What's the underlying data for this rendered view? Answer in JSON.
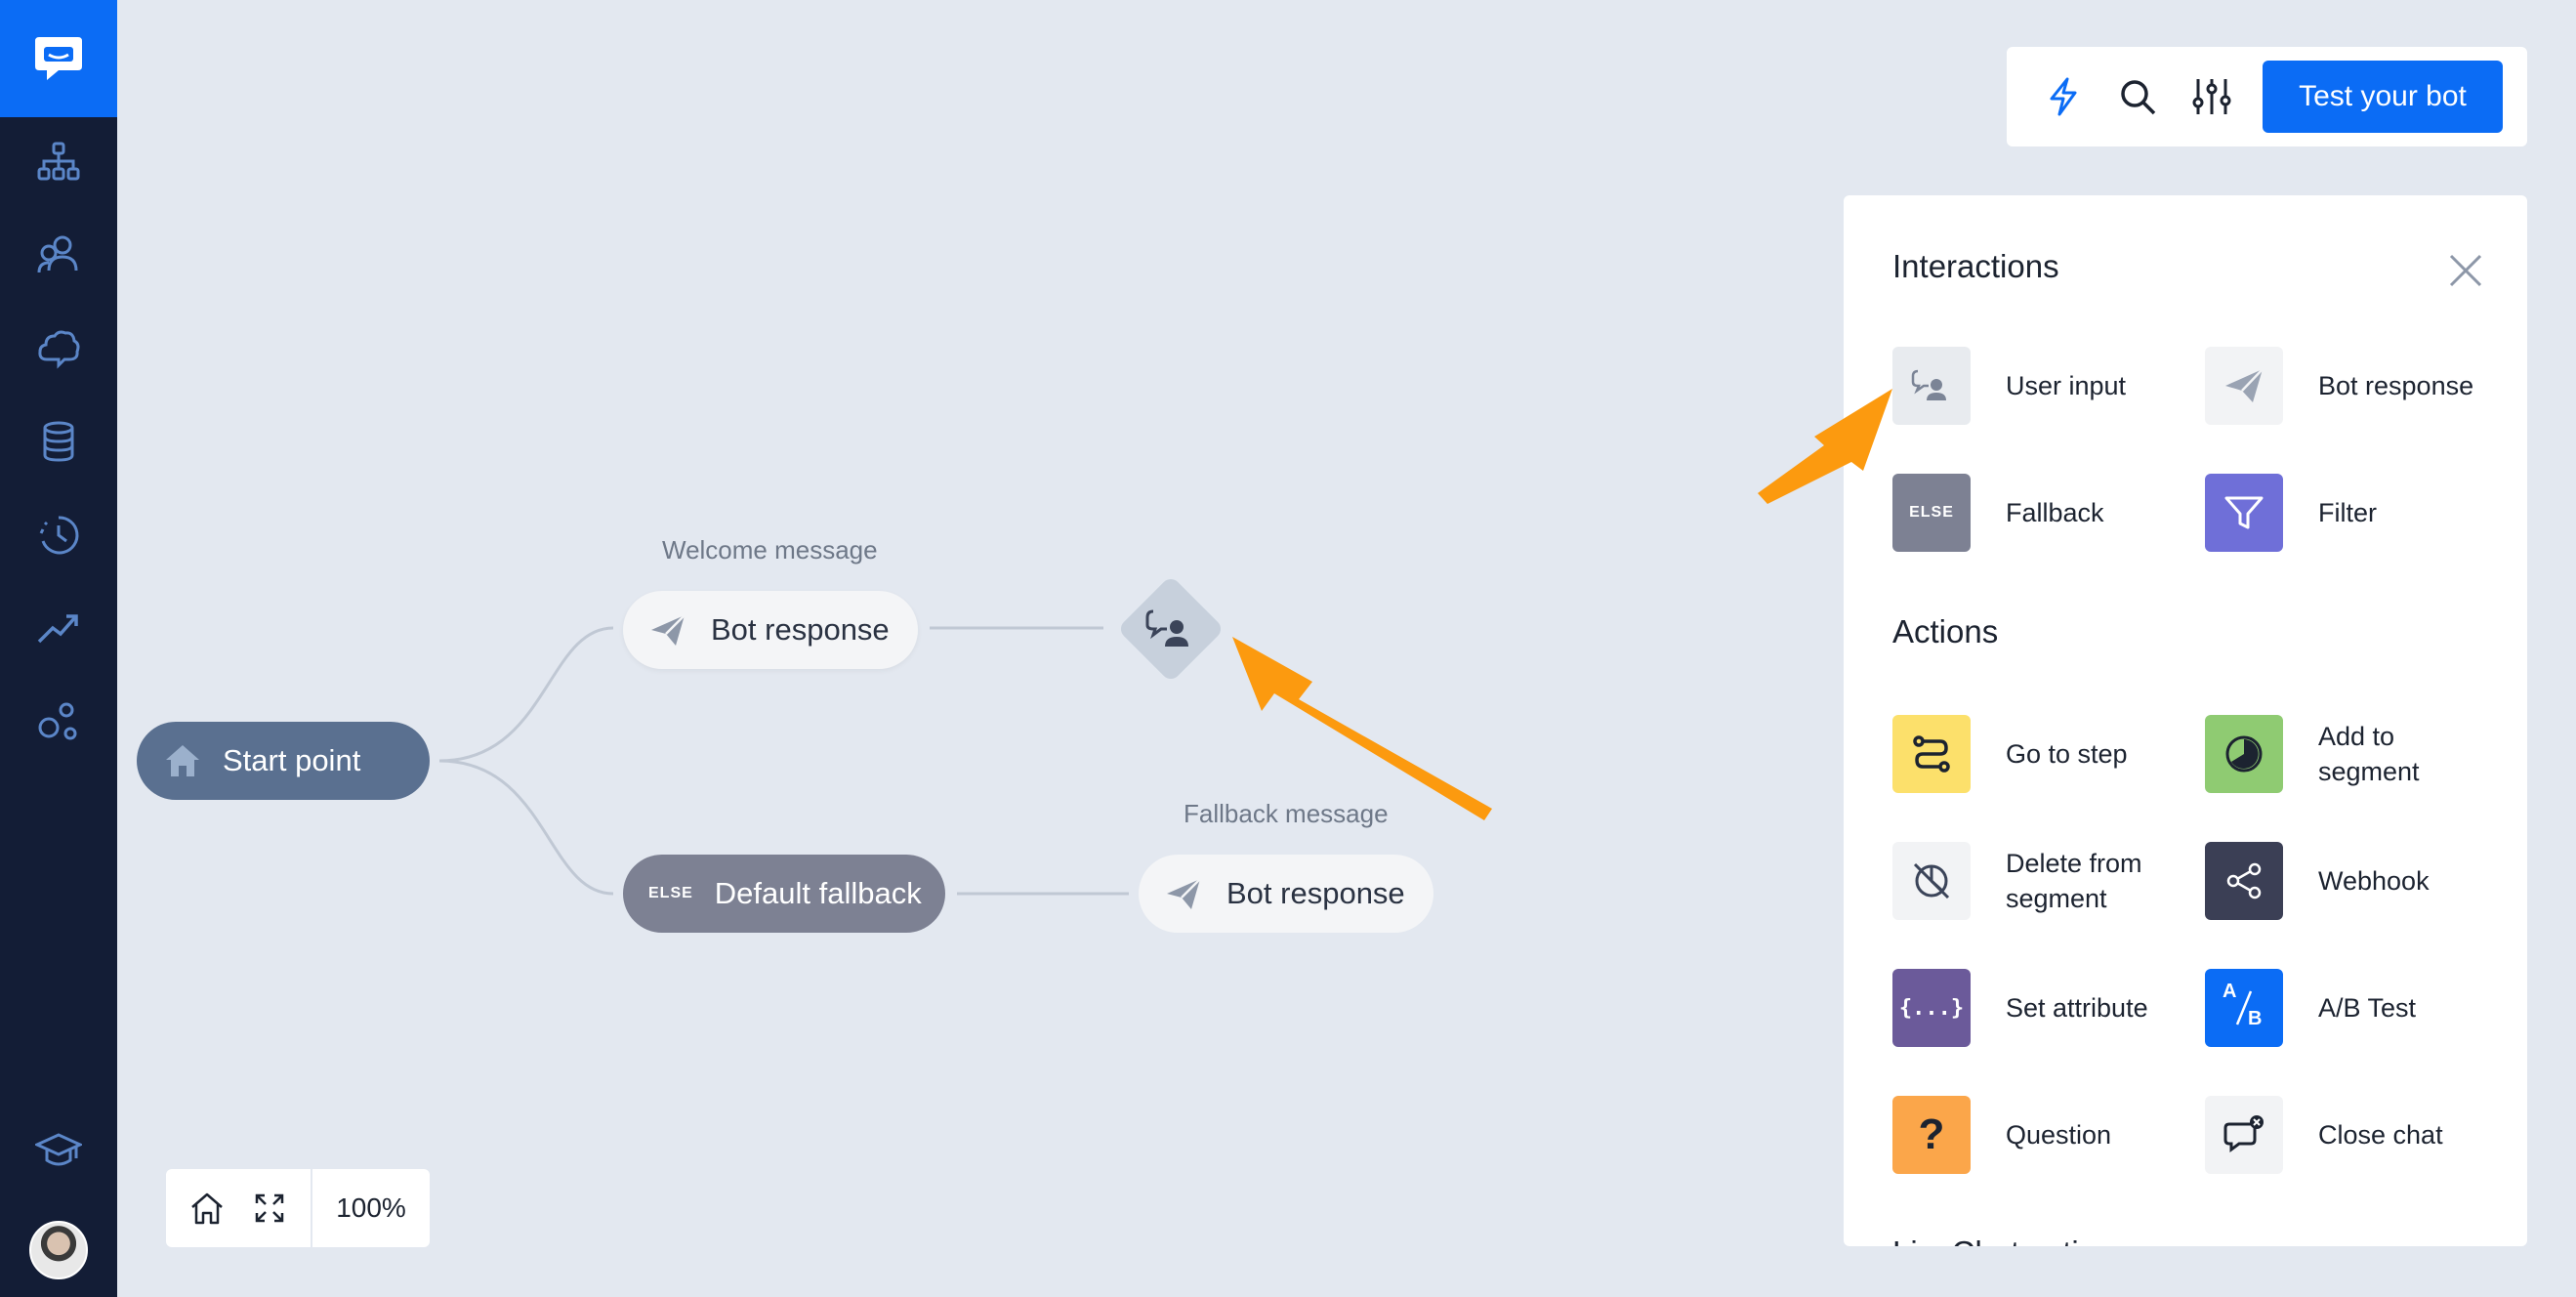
{
  "canvas": {
    "start_node": "Start point",
    "welcome_caption": "Welcome message",
    "bot_response_1": "Bot response",
    "fallback_node": "Default fallback",
    "fallback_else_tag": "ELSE",
    "fallback_caption": "Fallback message",
    "bot_response_2": "Bot response"
  },
  "toolbar": {
    "test_button": "Test your bot"
  },
  "panel": {
    "interactions_title": "Interactions",
    "interactions": [
      {
        "label": "User input",
        "icon": "user-input-icon",
        "color": "#e8ebef"
      },
      {
        "label": "Bot response",
        "icon": "paper-plane-icon",
        "color": "#f2f3f5"
      },
      {
        "label": "Fallback",
        "icon": "else-icon",
        "color": "#7d8193",
        "tag": "ELSE"
      },
      {
        "label": "Filter",
        "icon": "filter-icon",
        "color": "#6f6fd8"
      }
    ],
    "actions_title": "Actions",
    "actions": [
      {
        "label": "Go to step",
        "icon": "route-icon",
        "color": "#fce06b"
      },
      {
        "label": "Add to segment",
        "icon": "pie-icon",
        "color": "#8fcb72"
      },
      {
        "label": "Delete from segment",
        "icon": "pie-off-icon",
        "color": "#f2f3f5"
      },
      {
        "label": "Webhook",
        "icon": "share-icon",
        "color": "#3b3f55"
      },
      {
        "label": "Set attribute",
        "icon": "braces-icon",
        "color": "#6b5a9a",
        "tag": "{...}"
      },
      {
        "label": "A/B Test",
        "icon": "ab-icon",
        "color": "#0b6cf5",
        "tag_a": "A",
        "tag_b": "B"
      },
      {
        "label": "Question",
        "icon": "question-icon",
        "color": "#fba64a",
        "tag": "?"
      },
      {
        "label": "Close chat",
        "icon": "close-chat-icon",
        "color": "#f2f3f5"
      }
    ],
    "live_chat_title": "LiveChat actions"
  },
  "zoom": {
    "value": "100%"
  },
  "colors": {
    "brand": "#0b6cf5",
    "sidebar": "#131d36",
    "canvas": "#e3e8f0",
    "annotation_arrow": "#fc9a0f"
  }
}
